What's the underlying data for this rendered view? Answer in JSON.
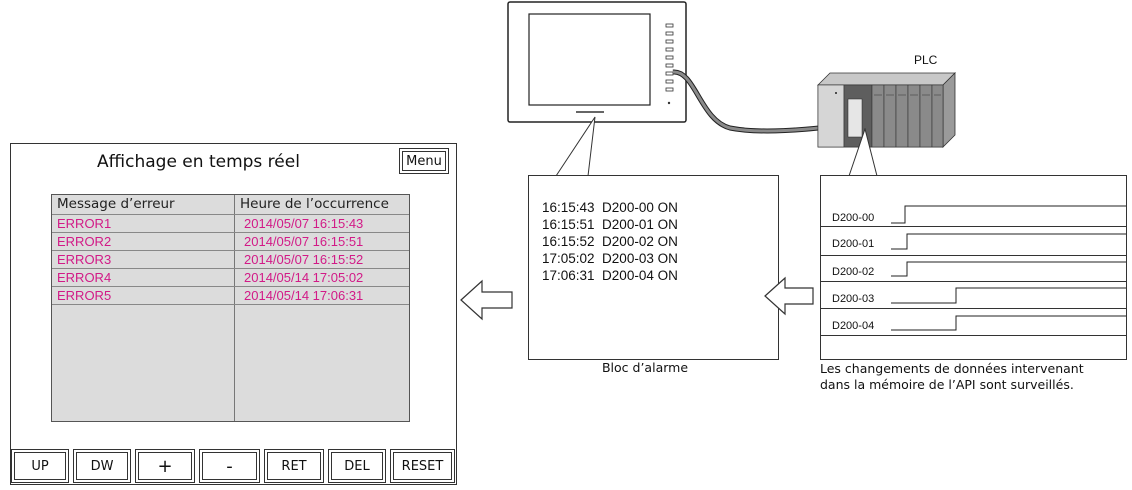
{
  "screen": {
    "title": "Affichage en temps réel",
    "menu_label": "Menu",
    "table": {
      "headers": [
        "Message d’erreur",
        "Heure de l’occurrence"
      ],
      "rows": [
        {
          "message": "ERROR1",
          "time": "2014/05/07 16:15:43"
        },
        {
          "message": "ERROR2",
          "time": "2014/05/07 16:15:51"
        },
        {
          "message": "ERROR3",
          "time": "2014/05/07 16:15:52"
        },
        {
          "message": "ERROR4",
          "time": "2014/05/14 17:05:02"
        },
        {
          "message": "ERROR5",
          "time": "2014/05/14 17:06:31"
        }
      ]
    },
    "buttons": [
      "UP",
      "DW",
      "+",
      "-",
      "RET",
      "DEL",
      "RESET"
    ]
  },
  "alarm_block": {
    "lines": [
      "16:15:43  D200-00 ON",
      "16:15:51  D200-01 ON",
      "16:15:52  D200-02 ON",
      "17:05:02  D200-03 ON",
      "17:06:31  D200-04 ON"
    ],
    "caption": "Bloc d’alarme"
  },
  "plc": {
    "label": "PLC",
    "signals": [
      "D200-00",
      "D200-01",
      "D200-02",
      "D200-03",
      "D200-04"
    ],
    "caption_line1": "Les changements de données intervenant",
    "caption_line2": "dans la mémoire de l’API sont surveillés."
  },
  "colors": {
    "error_text": "#d21a87",
    "table_bg": "#dcdcdc"
  }
}
